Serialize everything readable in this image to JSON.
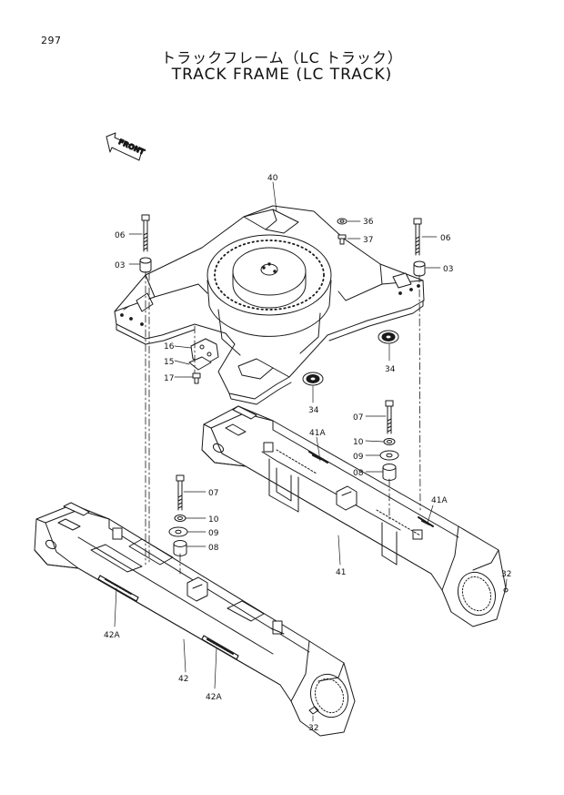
{
  "page_number": "297",
  "title_jp": "トラックフレーム（LC トラック）",
  "title_en": "TRACK FRAME (LC TRACK)",
  "front_arrow_text": "FRONT",
  "callouts": {
    "c40": "40",
    "c36": "36",
    "c37": "37",
    "c06_left": "06",
    "c03_left": "03",
    "c06_right": "06",
    "c03_right": "03",
    "c16": "16",
    "c15": "15",
    "c17": "17",
    "c34_right": "34",
    "c34_mid": "34",
    "c07_right": "07",
    "c10_right": "10",
    "c09_right": "09",
    "c08_right": "08",
    "c41A_top": "41A",
    "c41A_right": "41A",
    "c41": "41",
    "c32_right": "32",
    "c07_left": "07",
    "c10_left": "10",
    "c09_left": "09",
    "c08_left": "08",
    "c42A_left": "42A",
    "c42": "42",
    "c42A_bottom": "42A",
    "c32_bottom": "32"
  }
}
